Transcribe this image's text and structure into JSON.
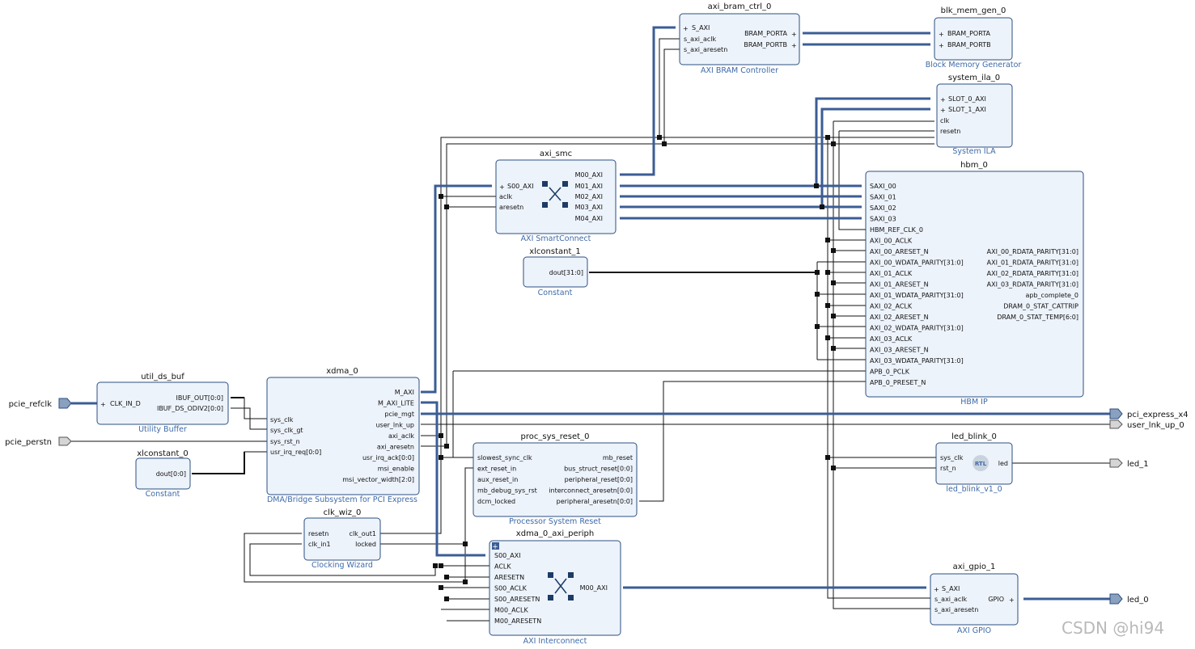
{
  "blocks": {
    "axi_bram_ctrl_0": {
      "name": "axi_bram_ctrl_0",
      "subtitle": "AXI BRAM Controller",
      "left_pins": [
        "S_AXI",
        "s_axi_aclk",
        "s_axi_aresetn"
      ],
      "right_pins": [
        "BRAM_PORTA",
        "BRAM_PORTB"
      ]
    },
    "blk_mem_gen_0": {
      "name": "blk_mem_gen_0",
      "subtitle": "Block Memory Generator",
      "left_pins": [
        "BRAM_PORTA",
        "BRAM_PORTB"
      ]
    },
    "system_ila_0": {
      "name": "system_ila_0",
      "subtitle": "System ILA",
      "left_pins": [
        "SLOT_0_AXI",
        "SLOT_1_AXI",
        "clk",
        "resetn"
      ]
    },
    "axi_smc": {
      "name": "axi_smc",
      "subtitle": "AXI SmartConnect",
      "left_pins": [
        "S00_AXI",
        "aclk",
        "aresetn"
      ],
      "right_pins": [
        "M00_AXI",
        "M01_AXI",
        "M02_AXI",
        "M03_AXI",
        "M04_AXI"
      ]
    },
    "hbm_0": {
      "name": "hbm_0",
      "subtitle": "HBM IP",
      "left_pins": [
        "SAXI_00",
        "SAXI_01",
        "SAXI_02",
        "SAXI_03",
        "HBM_REF_CLK_0",
        "AXI_00_ACLK",
        "AXI_00_ARESET_N",
        "AXI_00_WDATA_PARITY[31:0]",
        "AXI_01_ACLK",
        "AXI_01_ARESET_N",
        "AXI_01_WDATA_PARITY[31:0]",
        "AXI_02_ACLK",
        "AXI_02_ARESET_N",
        "AXI_02_WDATA_PARITY[31:0]",
        "AXI_03_ACLK",
        "AXI_03_ARESET_N",
        "AXI_03_WDATA_PARITY[31:0]",
        "APB_0_PCLK",
        "APB_0_PRESET_N"
      ],
      "right_pins": [
        "AXI_00_RDATA_PARITY[31:0]",
        "AXI_01_RDATA_PARITY[31:0]",
        "AXI_02_RDATA_PARITY[31:0]",
        "AXI_03_RDATA_PARITY[31:0]",
        "apb_complete_0",
        "DRAM_0_STAT_CATTRIP",
        "DRAM_0_STAT_TEMP[6:0]"
      ]
    },
    "xlconstant_1": {
      "name": "xlconstant_1",
      "subtitle": "Constant",
      "right_pins": [
        "dout[31:0]"
      ]
    },
    "util_ds_buf": {
      "name": "util_ds_buf",
      "subtitle": "Utility Buffer",
      "left_pins": [
        "CLK_IN_D"
      ],
      "right_pins": [
        "IBUF_OUT[0:0]",
        "IBUF_DS_ODIV2[0:0]"
      ]
    },
    "xdma_0": {
      "name": "xdma_0",
      "subtitle": "DMA/Bridge Subsystem for PCI Express",
      "left_pins": [
        "sys_clk",
        "sys_clk_gt",
        "sys_rst_n",
        "usr_irq_req[0:0]"
      ],
      "right_pins": [
        "M_AXI",
        "M_AXI_LITE",
        "pcie_mgt",
        "user_lnk_up",
        "axi_aclk",
        "axi_aresetn",
        "usr_irq_ack[0:0]",
        "msi_enable",
        "msi_vector_width[2:0]"
      ]
    },
    "xlconstant_0": {
      "name": "xlconstant_0",
      "subtitle": "Constant",
      "right_pins": [
        "dout[0:0]"
      ]
    },
    "proc_sys_reset_0": {
      "name": "proc_sys_reset_0",
      "subtitle": "Processor System Reset",
      "left_pins": [
        "slowest_sync_clk",
        "ext_reset_in",
        "aux_reset_in",
        "mb_debug_sys_rst",
        "dcm_locked"
      ],
      "right_pins": [
        "mb_reset",
        "bus_struct_reset[0:0]",
        "peripheral_reset[0:0]",
        "interconnect_aresetn[0:0]",
        "peripheral_aresetn[0:0]"
      ]
    },
    "led_blink_0": {
      "name": "led_blink_0",
      "subtitle": "led_blink_v1_0",
      "left_pins": [
        "sys_clk",
        "rst_n"
      ],
      "right_pins": [
        "led"
      ],
      "badge": "RTL"
    },
    "clk_wiz_0": {
      "name": "clk_wiz_0",
      "subtitle": "Clocking Wizard",
      "left_pins": [
        "resetn",
        "clk_in1"
      ],
      "right_pins": [
        "clk_out1",
        "locked"
      ]
    },
    "xdma_0_axi_periph": {
      "name": "xdma_0_axi_periph",
      "subtitle": "AXI Interconnect",
      "left_pins": [
        "S00_AXI",
        "ACLK",
        "ARESETN",
        "S00_ACLK",
        "S00_ARESETN",
        "M00_ACLK",
        "M00_ARESETN"
      ],
      "right_pins": [
        "M00_AXI"
      ]
    },
    "axi_gpio_1": {
      "name": "axi_gpio_1",
      "subtitle": "AXI GPIO",
      "left_pins": [
        "S_AXI",
        "s_axi_aclk",
        "s_axi_aresetn"
      ],
      "right_pins": [
        "GPIO"
      ]
    }
  },
  "ports": {
    "pcie_refclk": "pcie_refclk",
    "pcie_perstn": "pcie_perstn",
    "pci_express_x4": "pci_express_x4",
    "user_lnk_up_0": "user_lnk_up_0",
    "led_1": "led_1",
    "led_0": "led_0"
  },
  "watermark": "CSDN @hi94",
  "colors": {
    "block_fill": "#edf3fb",
    "block_border": "#2c4f80",
    "bus": "#3b5d95",
    "subtitle": "#3e6aa8",
    "net": "#111111"
  }
}
